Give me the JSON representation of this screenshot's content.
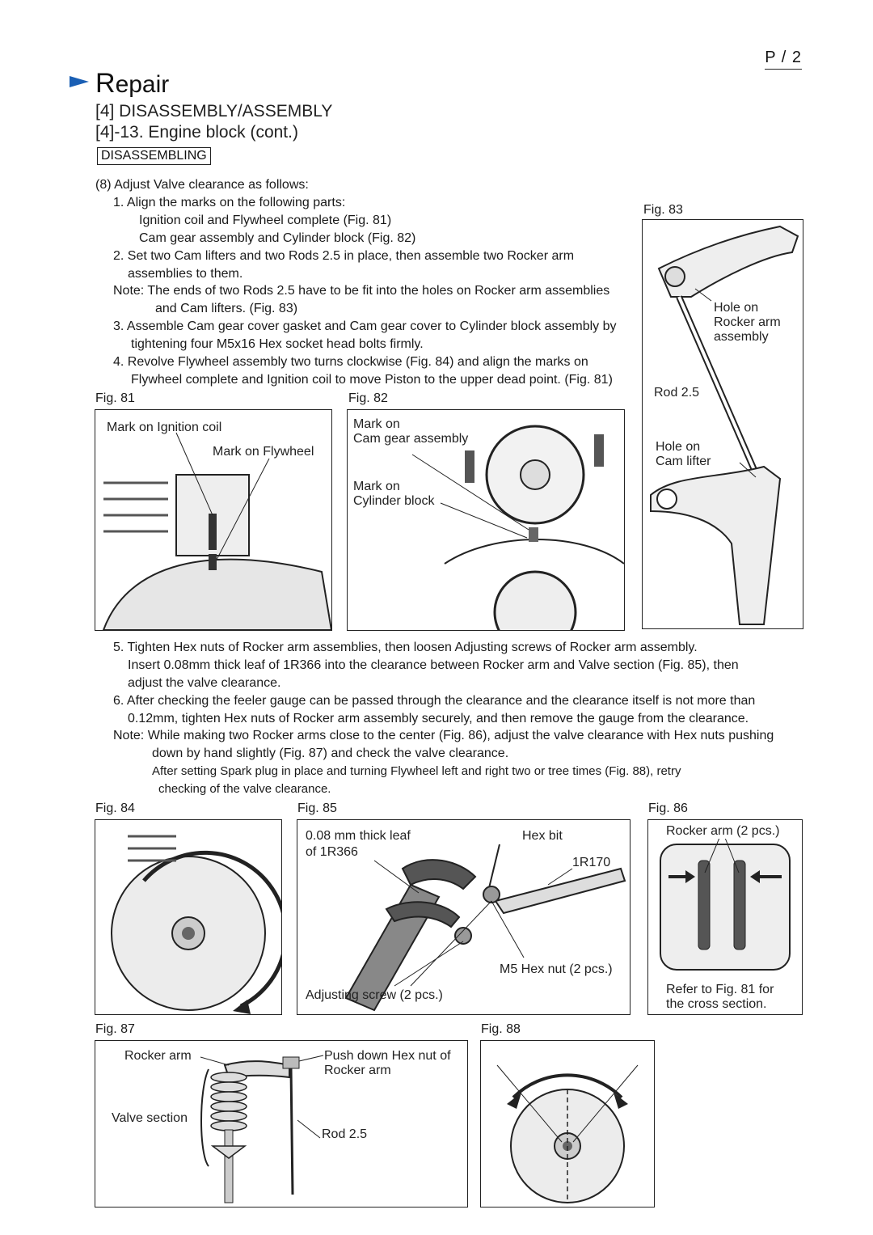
{
  "page": {
    "number": "P   / 2"
  },
  "header": {
    "section": "Repair",
    "section_first": "R",
    "section_rest": "epair",
    "title": "[4] DISASSEMBLY/ASSEMBLY",
    "subtitle": "[4]-13. Engine block (cont.)",
    "tag": "DISASSEMBLING"
  },
  "colors": {
    "arrow": "#1a5fb4",
    "line": "#222222",
    "gray": "#9a9a9a"
  },
  "body": {
    "s8": "(8) Adjust Valve clearance as follows:",
    "s1": "1. Align the marks on the following parts:",
    "s1a": "Ignition coil and Flywheel complete (Fig. 81)",
    "s1b": "Cam gear assembly and Cylinder block (Fig. 82)",
    "s2a": "2. Set two Cam lifters and two Rods 2.5 in place, then assemble two Rocker arm",
    "s2b": "assemblies to them.",
    "note1a": "Note: The ends of two Rods 2.5 have to be fit into the holes on Rocker arm assemblies",
    "note1b": "and Cam lifters. (Fig. 83)",
    "s3a": "3. Assemble Cam gear cover gasket and Cam gear cover to Cylinder block assembly by",
    "s3b": "tightening four M5x16 Hex socket head bolts firmly.",
    "s4a": "4. Revolve Flywheel assembly two turns clockwise (Fig. 84) and align the marks on",
    "s4b": "Flywheel complete and Ignition coil to move Piston to the upper dead point. (Fig. 81)",
    "s5a": "5. Tighten Hex nuts of Rocker arm assemblies, then loosen Adjusting screws of Rocker arm assembly.",
    "s5b": "Insert 0.08mm thick leaf of 1R366 into the clearance between Rocker arm and Valve section (Fig. 85), then",
    "s5c": "adjust the valve clearance.",
    "s6a": "6. After checking the feeler gauge can be passed through the clearance and the clearance itself is not more than",
    "s6b": "0.12mm, tighten Hex nuts of Rocker arm assembly securely, and then remove the gauge from the clearance.",
    "note2a": "Note: While making two Rocker arms close to the center (Fig. 86), adjust the valve clearance with Hex nuts pushing",
    "note2b": "down by hand slightly (Fig. 87) and check the valve clearance.",
    "note2c": "After setting Spark plug in place and turning Flywheel left and right two or tree times (Fig. 88), retry",
    "note2d": "checking of the valve clearance."
  },
  "figures": {
    "f81": {
      "caption": "Fig. 81",
      "l1": "Mark on Ignition coil",
      "l2": "Mark on Flywheel"
    },
    "f82": {
      "caption": "Fig. 82",
      "l1": "Mark on",
      "l2": "Cam gear assembly",
      "l3": "Mark on",
      "l4": "Cylinder block"
    },
    "f83": {
      "caption": "Fig. 83",
      "l1": "Hole on",
      "l2": "Rocker arm",
      "l3": "assembly",
      "l4": "Rod 2.5",
      "l5": "Hole on",
      "l6": "Cam lifter"
    },
    "f84": {
      "caption": "Fig. 84"
    },
    "f85": {
      "caption": "Fig. 85",
      "l1": "0.08 mm thick leaf",
      "l2": "of 1R366",
      "l3": "Hex bit",
      "l4": "1R170",
      "l5": "M5 Hex nut (2 pcs.)",
      "l6": "Adjusting screw (2 pcs.)"
    },
    "f86": {
      "caption": "Fig. 86",
      "l1": "Rocker arm (2 pcs.)",
      "l2": "Refer to Fig. 81 for",
      "l3": "the cross section."
    },
    "f87": {
      "caption": "Fig. 87",
      "l1": "Rocker arm",
      "l2": "Push down Hex nut of",
      "l3": "Rocker arm",
      "l4": "Valve section",
      "l5": "Rod 2.5"
    },
    "f88": {
      "caption": "Fig. 88"
    }
  }
}
